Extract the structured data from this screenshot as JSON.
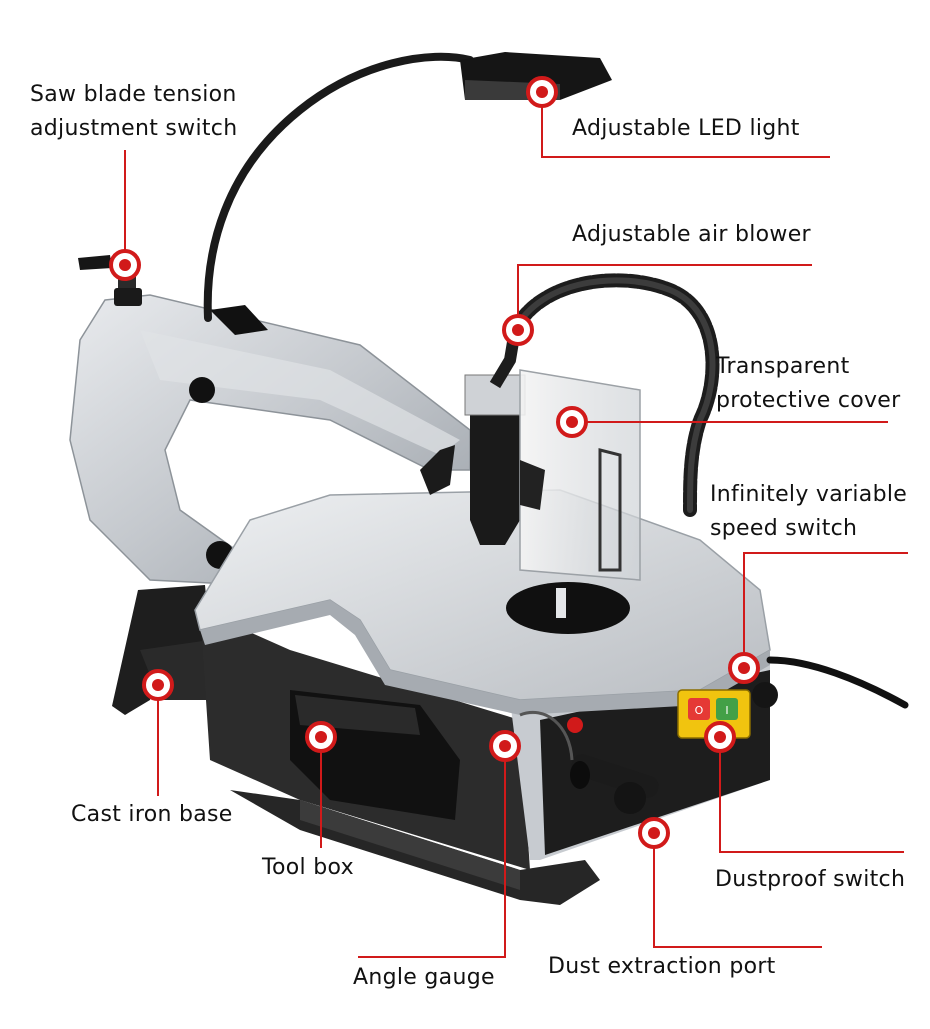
{
  "theme": {
    "accent": "#d11a1a",
    "metal": "#c9ccd0",
    "dark": "#1b1b1b"
  },
  "labels": {
    "tension_line1": "Saw blade tension",
    "tension_line2": "adjustment switch",
    "led_light": "Adjustable LED light",
    "air_blower": "Adjustable air blower",
    "cover_line1": "Transparent",
    "cover_line2": "protective cover",
    "speed_line1": "Infinitely variable",
    "speed_line2": "speed switch",
    "cast_iron_base": "Cast iron base",
    "tool_box": "Tool box",
    "dustproof_switch": "Dustproof switch",
    "angle_gauge": "Angle gauge",
    "dust_port": "Dust extraction port"
  },
  "switch_icons": [
    "power-on-icon",
    "power-off-icon"
  ]
}
